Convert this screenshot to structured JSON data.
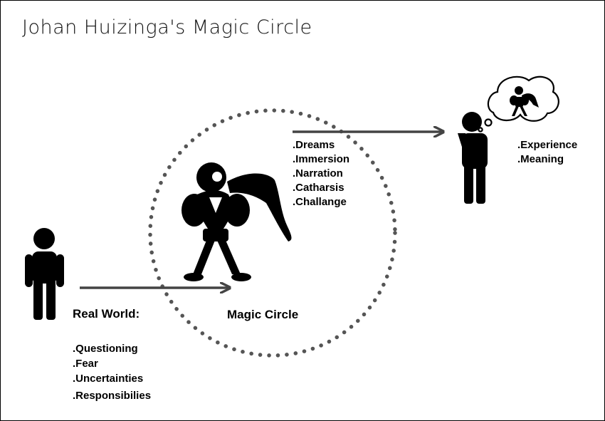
{
  "title": "Johan Huizinga's Magic Circle",
  "colors": {
    "ink": "#000000",
    "arrow": "#444444",
    "background": "#ffffff"
  },
  "labels": {
    "real_world_heading": "Real World:",
    "magic_circle_heading": "Magic Circle"
  },
  "lists": {
    "hero_traits": [
      ".Dreams",
      ".Immersion",
      ".Narration",
      ".Catharsis",
      ".Challange"
    ],
    "thinker_outcomes": [
      ".Experience",
      ".Meaning"
    ],
    "real_world_traits": [
      ".Questioning",
      ".Fear",
      ".Uncertainties",
      ".Responsibilies"
    ]
  },
  "icons": [
    "person-icon",
    "superhero-icon",
    "thinking-person-icon",
    "thought-bubble-icon",
    "mini-superhero-icon"
  ]
}
